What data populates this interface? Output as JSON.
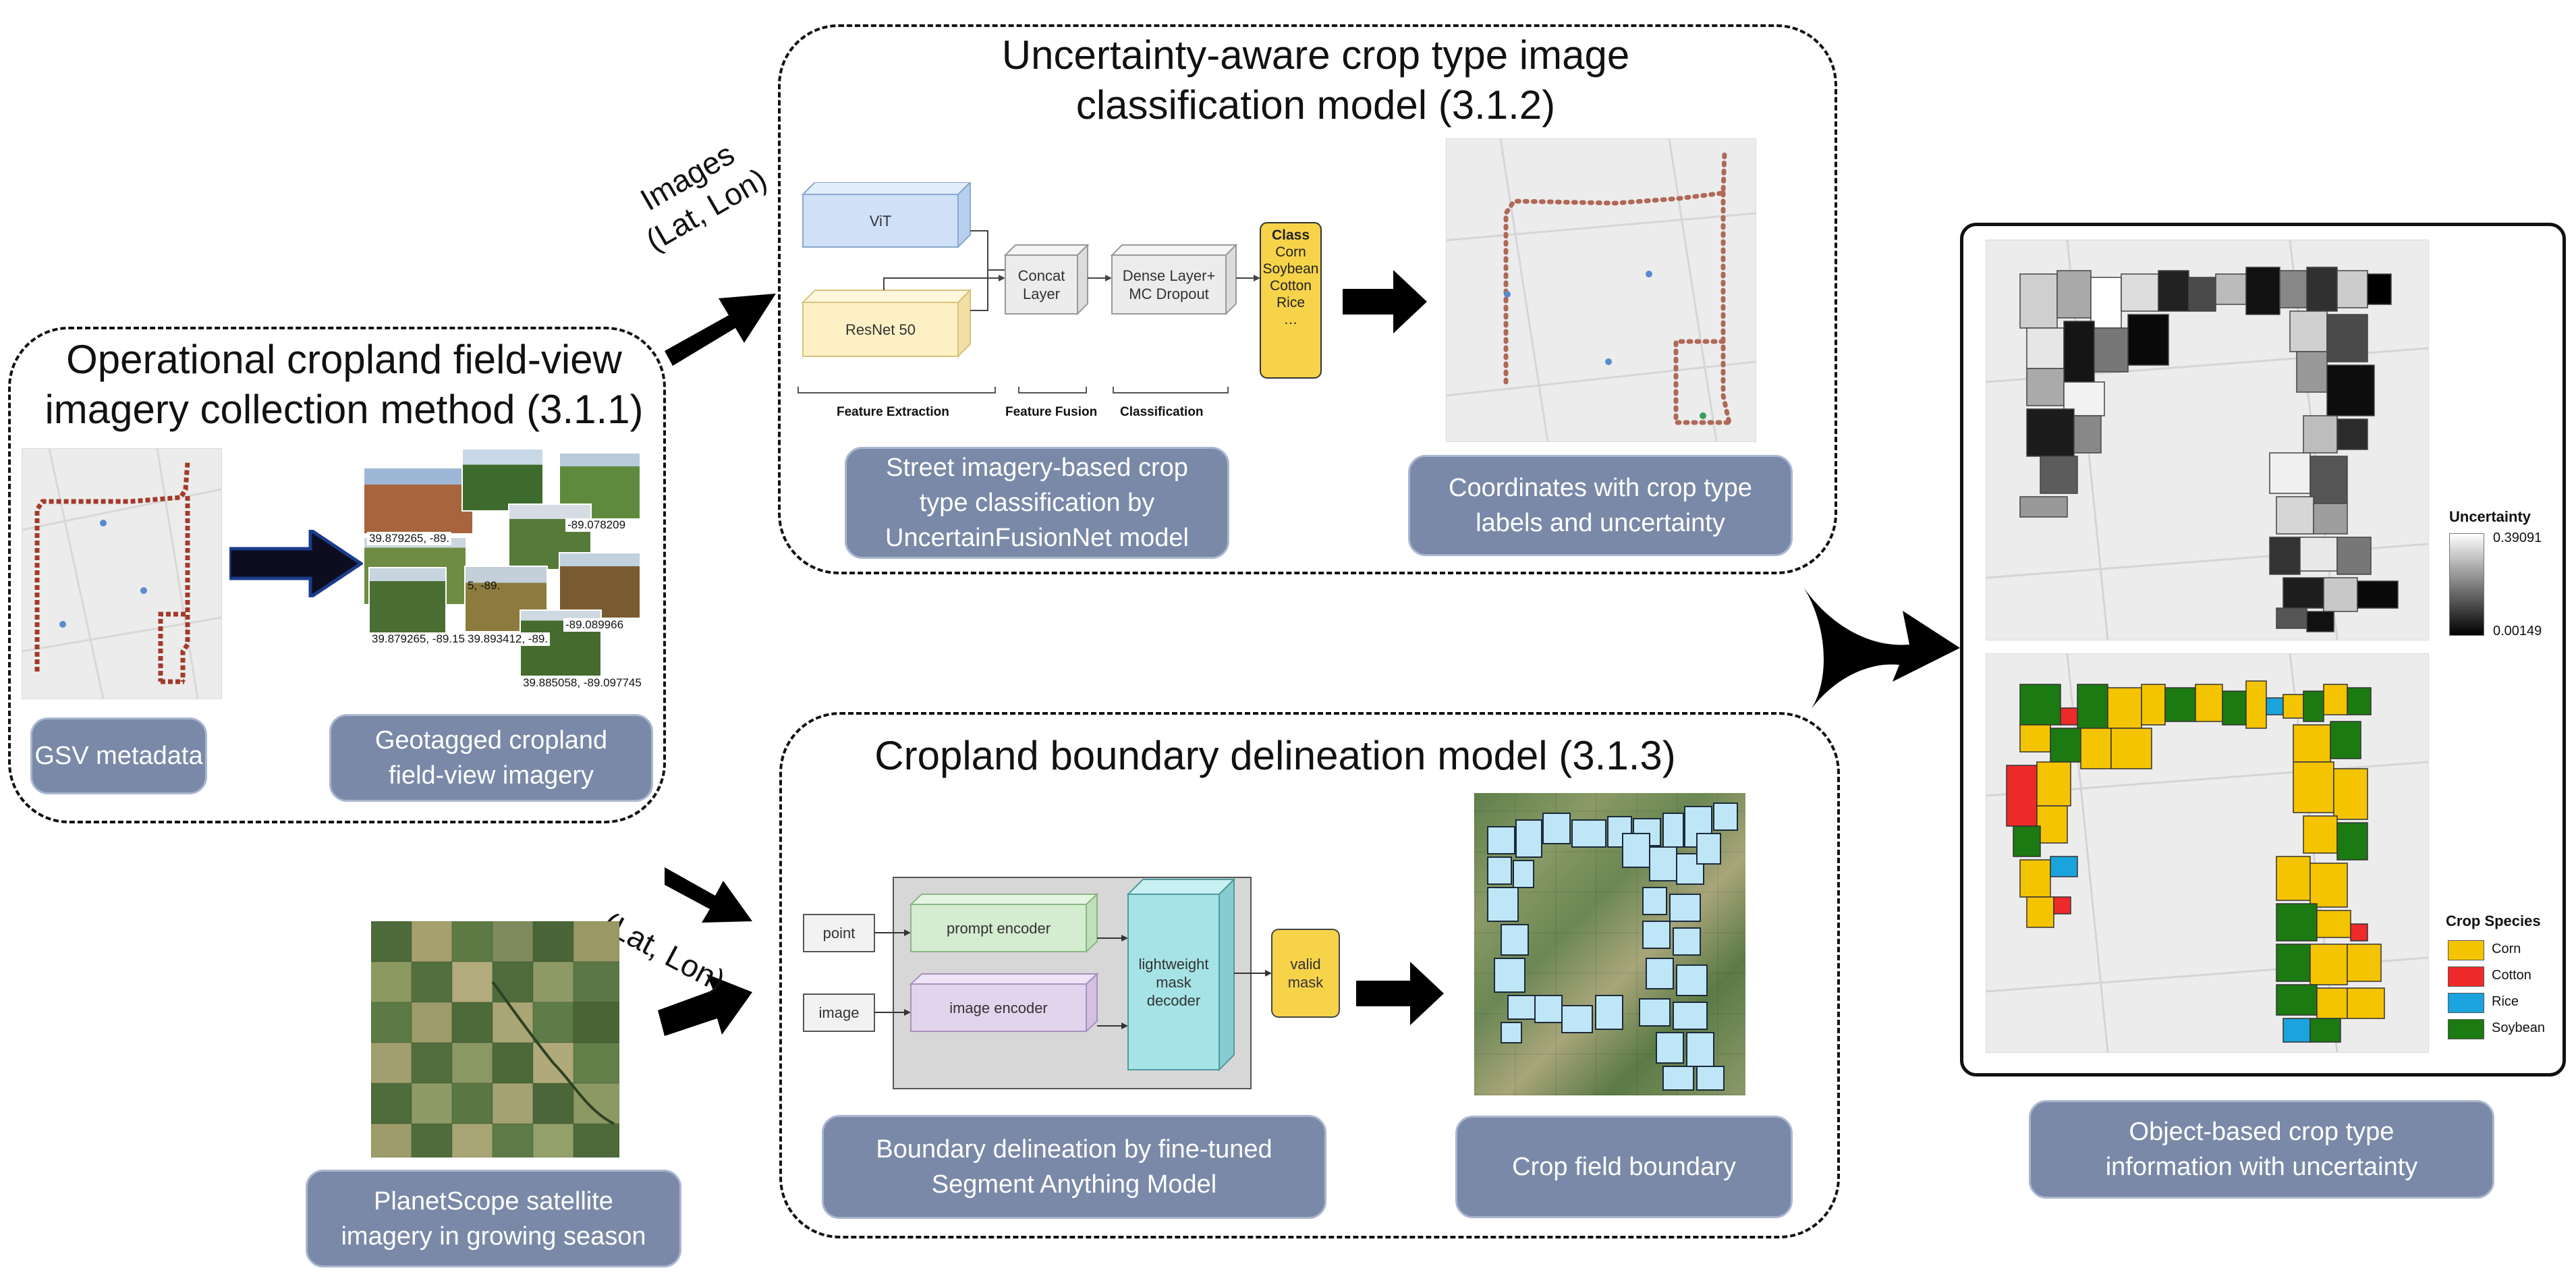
{
  "collection": {
    "title_line1": "Operational cropland field-view",
    "title_line2": "imagery collection method (3.1.1)",
    "gsv_caption": "GSV metadata",
    "geotag_caption_l1": "Geotagged cropland",
    "geotag_caption_l2": "field-view imagery",
    "photo_coords": [
      "39.879265, -89.",
      "-89.078209",
      "39.879265, -89.153721",
      "39.893412, -89.",
      "-89.089966",
      "39.885058, -89.097745",
      "5, -89."
    ]
  },
  "classification": {
    "title_line1": "Uncertainty-aware crop type image",
    "title_line2": "classification model (3.1.2)",
    "vit": "ViT",
    "resnet": "ResNet 50",
    "concat_l1": "Concat",
    "concat_l2": "Layer",
    "dense_l1": "Dense Layer+",
    "dense_l2": "MC Dropout",
    "class_header": "Class",
    "classes": [
      "Corn",
      "Soybean",
      "Cotton",
      "Rice",
      "…"
    ],
    "stage_feature_extraction": "Feature Extraction",
    "stage_feature_fusion": "Feature Fusion",
    "stage_classification": "Classification",
    "caption_l1": "Street imagery-based crop",
    "caption_l2": "type classification by",
    "caption_l3": "UncertainFusionNet model",
    "coords_caption_l1": "Coordinates with crop type",
    "coords_caption_l2": "labels and uncertainty"
  },
  "arrows": {
    "images_l1": "Images",
    "images_l2": "(Lat, Lon)",
    "latlon": "(Lat, Lon)"
  },
  "boundary": {
    "title": "Cropland boundary delineation model (3.1.3)",
    "point": "point",
    "image": "image",
    "prompt_encoder": "prompt encoder",
    "image_encoder": "image encoder",
    "decoder_l1": "lightweight",
    "decoder_l2": "mask",
    "decoder_l3": "decoder",
    "valid_l1": "valid",
    "valid_l2": "mask",
    "caption_l1": "Boundary delineation by fine-tuned",
    "caption_l2": "Segment Anything Model",
    "result_caption": "Crop field boundary"
  },
  "planet": {
    "caption_l1": "PlanetScope satellite",
    "caption_l2": "imagery in growing season"
  },
  "output": {
    "uncertainty_title": "Uncertainty",
    "unc_max": "0.39091",
    "unc_min": "0.00149",
    "species_title": "Crop Species",
    "species": [
      {
        "name": "Corn",
        "color": "#f5c400"
      },
      {
        "name": "Cotton",
        "color": "#ee2a2a"
      },
      {
        "name": "Rice",
        "color": "#1aa3dd"
      },
      {
        "name": "Soybean",
        "color": "#1c7a12"
      }
    ],
    "caption_l1": "Object-based crop type",
    "caption_l2": "information with uncertainty"
  },
  "colors": {
    "caption_fill": "#7a89a8",
    "vit": "#cfe0f7",
    "resnet": "#fdf0c4",
    "prompt_encoder": "#d4ecd0",
    "image_encoder": "#e2d4ec",
    "decoder": "#a6e3e6",
    "class_box": "#f7d34a",
    "boundary_fill": "#bfe6f7"
  }
}
